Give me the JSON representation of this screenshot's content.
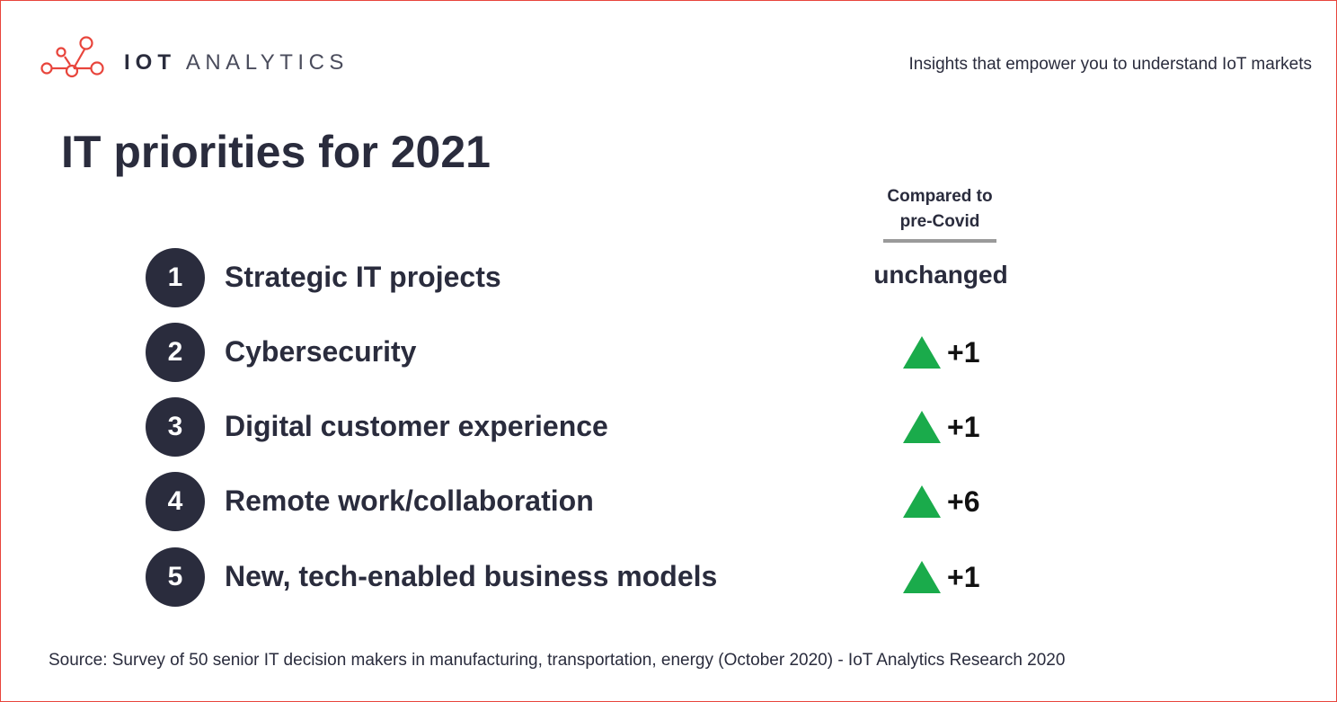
{
  "brand": {
    "name_bold": "IOT",
    "name_light": "ANALYTICS",
    "accent_color": "#e8453c",
    "logo_icon": "network-nodes-icon"
  },
  "header": {
    "tagline": "Insights that empower you to understand IoT markets"
  },
  "page": {
    "title": "IT priorities for 2021"
  },
  "comparison": {
    "header_line1": "Compared to",
    "header_line2": "pre-Covid",
    "up_color": "#1aab4b",
    "up_icon": "up-triangle-icon"
  },
  "priorities": [
    {
      "rank": "1",
      "label": "Strategic IT projects",
      "change": "unchanged",
      "direction": "none"
    },
    {
      "rank": "2",
      "label": "Cybersecurity",
      "change": "+1",
      "direction": "up"
    },
    {
      "rank": "3",
      "label": "Digital customer experience",
      "change": "+1",
      "direction": "up"
    },
    {
      "rank": "4",
      "label": "Remote work/collaboration",
      "change": "+6",
      "direction": "up"
    },
    {
      "rank": "5",
      "label": "New, tech-enabled business models",
      "change": "+1",
      "direction": "up"
    }
  ],
  "footer": {
    "source": "Source: Survey of 50 senior IT decision makers in manufacturing, transportation, energy (October 2020) -  IoT Analytics Research 2020"
  }
}
